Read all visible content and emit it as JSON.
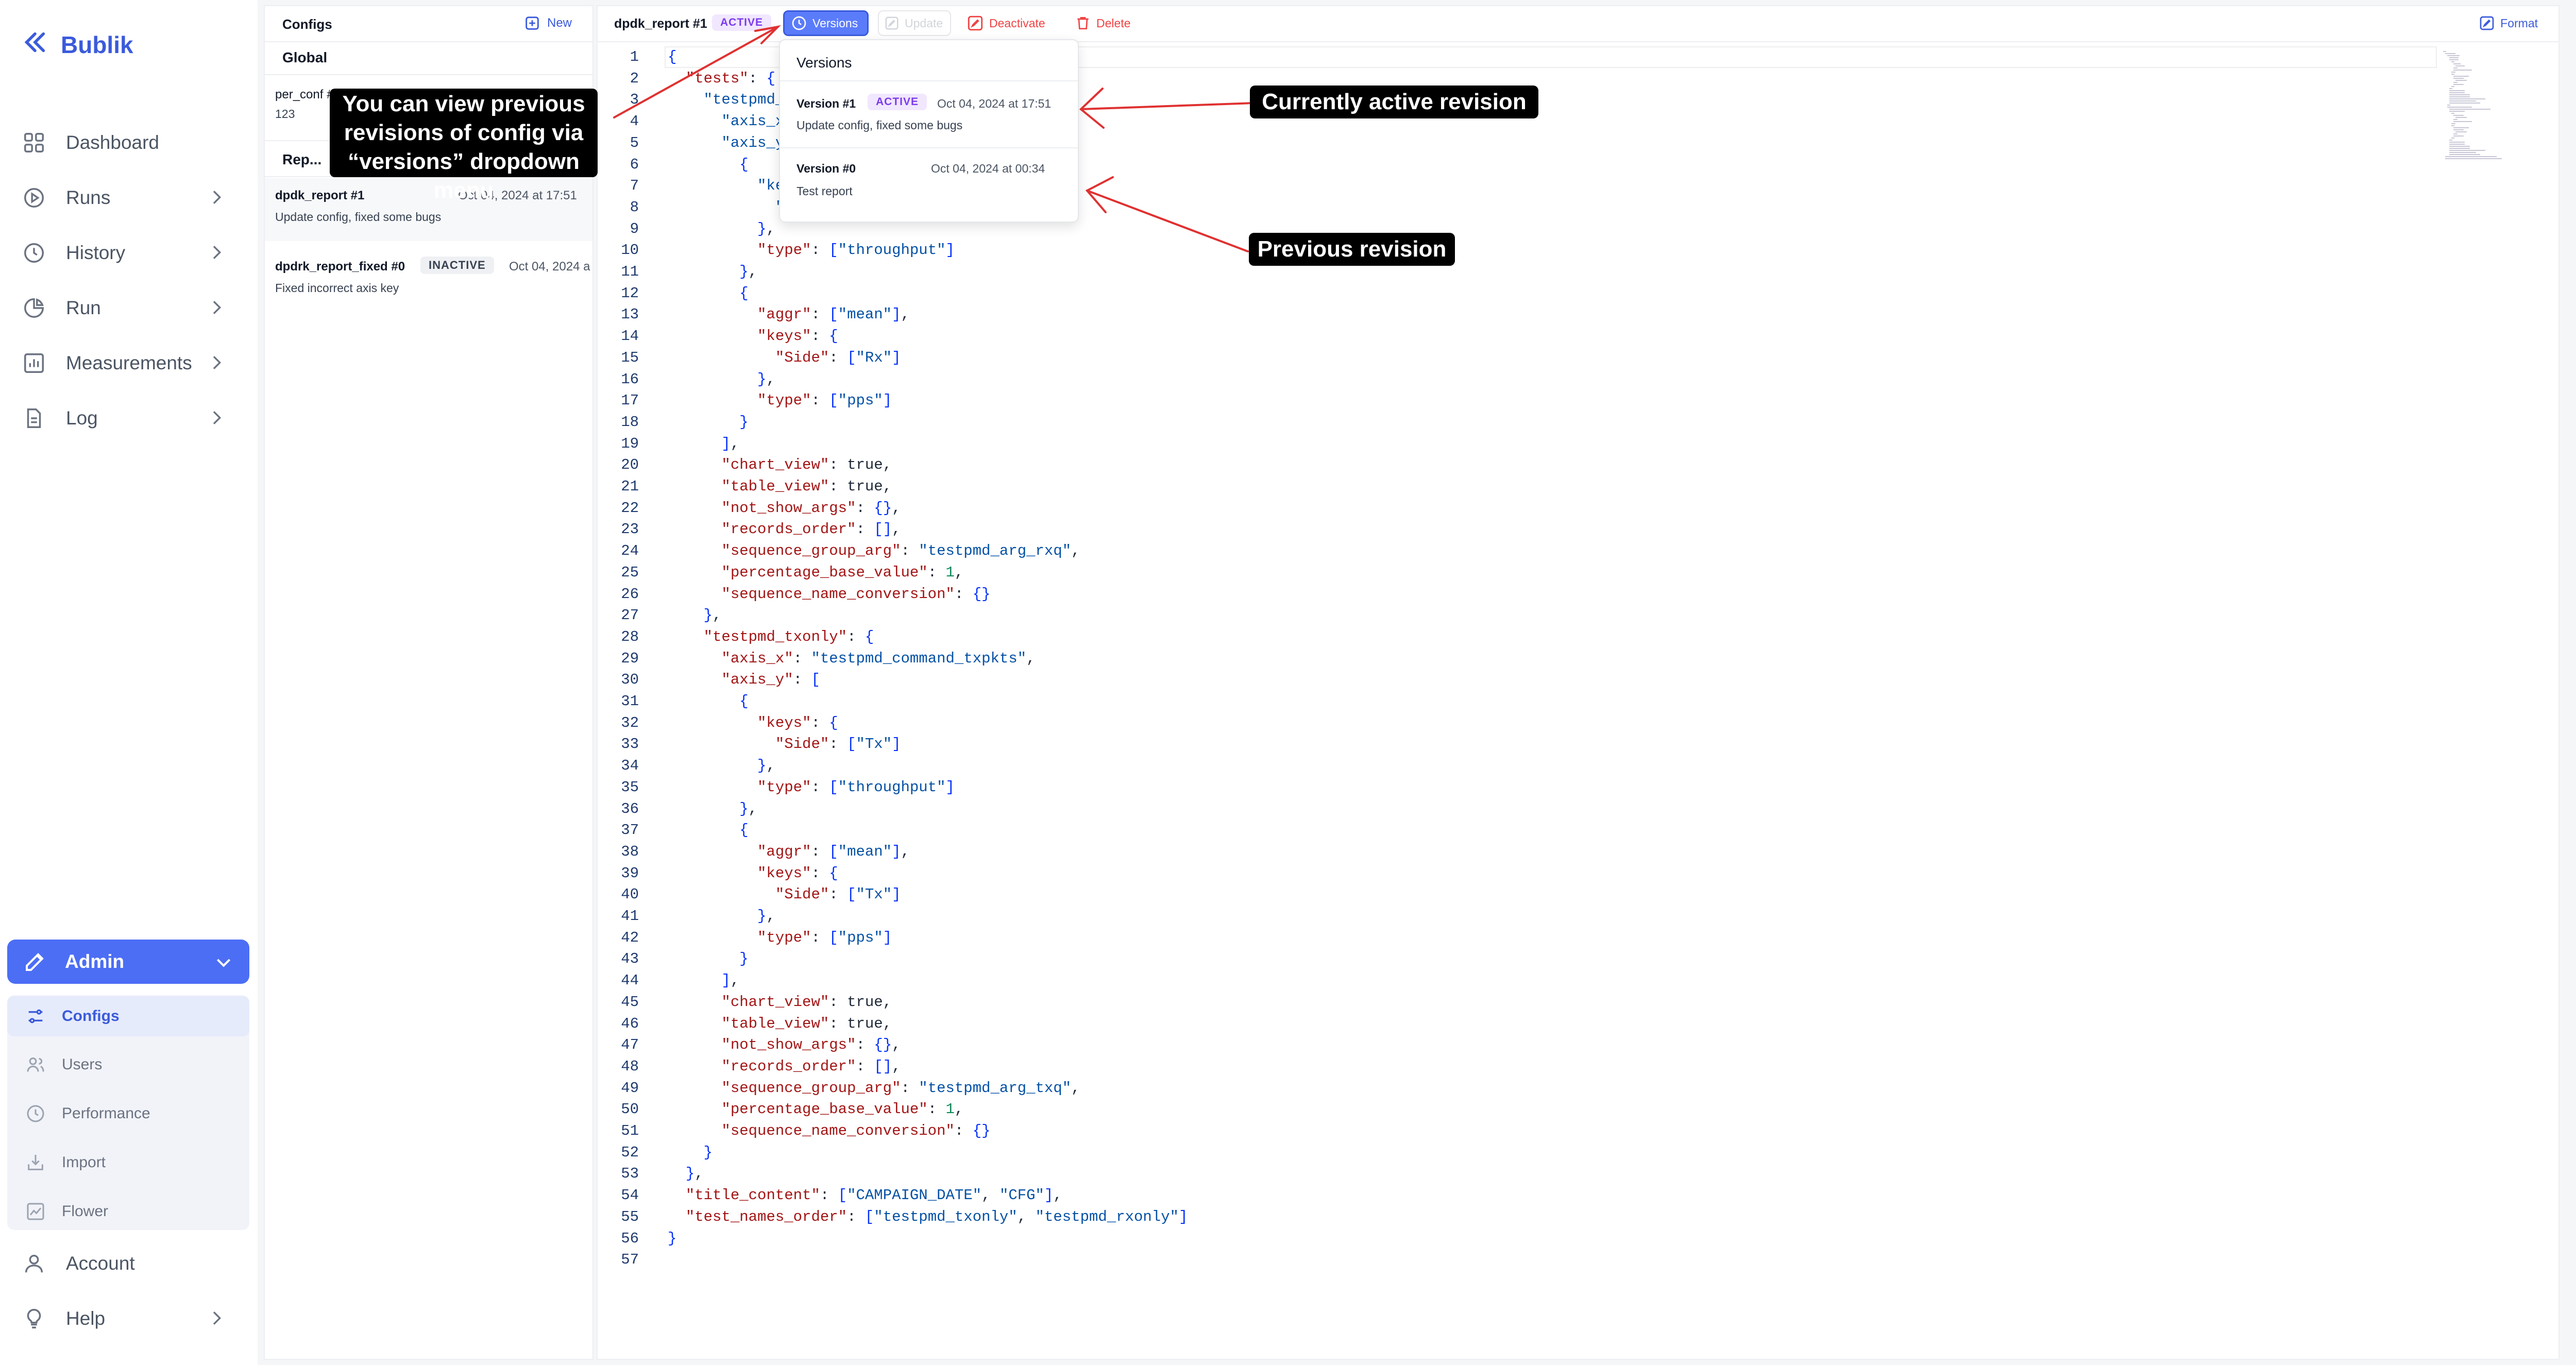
{
  "brand": "Bublik",
  "nav": [
    {
      "label": "Dashboard",
      "chevron": false
    },
    {
      "label": "Runs",
      "chevron": true
    },
    {
      "label": "History",
      "chevron": true
    },
    {
      "label": "Run",
      "chevron": true
    },
    {
      "label": "Measurements",
      "chevron": true
    },
    {
      "label": "Log",
      "chevron": true
    }
  ],
  "admin": {
    "label": "Admin"
  },
  "submenu": [
    "Configs",
    "Users",
    "Performance",
    "Import",
    "Flower"
  ],
  "bottom_nav": [
    {
      "label": "Account"
    },
    {
      "label": "Help"
    }
  ],
  "configs_panel": {
    "title": "Configs",
    "new_label": "New",
    "global_section": "Global",
    "global_item": {
      "title": "per_conf #...",
      "desc": "123"
    },
    "report_section": "Rep...",
    "items": [
      {
        "title": "dpdk_report #1",
        "date": "Oct 04, 2024 at 17:51",
        "desc": "Update config, fixed some bugs"
      },
      {
        "title": "dpdrk_report_fixed #0",
        "badge": "INACTIVE",
        "date": "Oct 04, 2024 a",
        "desc": "Fixed incorrect axis key"
      }
    ]
  },
  "toolbar": {
    "config_name": "dpdk_report #1",
    "status_badge": "ACTIVE",
    "versions": "Versions",
    "update": "Update",
    "deactivate": "Deactivate",
    "delete": "Delete",
    "format": "Format"
  },
  "dropdown": {
    "title": "Versions",
    "versions": [
      {
        "label": "Version #1",
        "badge": "ACTIVE",
        "date": "Oct 04, 2024 at 17:51",
        "desc": "Update config, fixed some bugs"
      },
      {
        "label": "Version #0",
        "date": "Oct 04, 2024 at 00:34",
        "desc": "Test report"
      }
    ]
  },
  "annotations": {
    "versions_callout": [
      "You can view previous",
      "revisions of config via",
      "“versions” dropdown menu"
    ],
    "active_callout": "Currently active revision",
    "previous_callout": "Previous revision"
  },
  "code_lines": [
    "{",
    "  \"tests\": {",
    "    \"testpmd_",
    "      \"axis_x\"",
    "      \"axis_y\"",
    "        {",
    "          \"ke",
    "            \"",
    "          },",
    "          \"type\": [\"throughput\"]",
    "        },",
    "        {",
    "          \"aggr\": [\"mean\"],",
    "          \"keys\": {",
    "            \"Side\": [\"Rx\"]",
    "          },",
    "          \"type\": [\"pps\"]",
    "        }",
    "      ],",
    "      \"chart_view\": true,",
    "      \"table_view\": true,",
    "      \"not_show_args\": {},",
    "      \"records_order\": [],",
    "      \"sequence_group_arg\": \"testpmd_arg_rxq\",",
    "      \"percentage_base_value\": 1,",
    "      \"sequence_name_conversion\": {}",
    "    },",
    "    \"testpmd_txonly\": {",
    "      \"axis_x\": \"testpmd_command_txpkts\",",
    "      \"axis_y\": [",
    "        {",
    "          \"keys\": {",
    "            \"Side\": [\"Tx\"]",
    "          },",
    "          \"type\": [\"throughput\"]",
    "        },",
    "        {",
    "          \"aggr\": [\"mean\"],",
    "          \"keys\": {",
    "            \"Side\": [\"Tx\"]",
    "          },",
    "          \"type\": [\"pps\"]",
    "        }",
    "      ],",
    "      \"chart_view\": true,",
    "      \"table_view\": true,",
    "      \"not_show_args\": {},",
    "      \"records_order\": [],",
    "      \"sequence_group_arg\": \"testpmd_arg_txq\",",
    "      \"percentage_base_value\": 1,",
    "      \"sequence_name_conversion\": {}",
    "    }",
    "  },",
    "  \"title_content\": [\"CAMPAIGN_DATE\", \"CFG\"],",
    "  \"test_names_order\": [\"testpmd_txonly\", \"testpmd_rxonly\"]",
    "}",
    ""
  ],
  "colors": {
    "accent": "#4c6ef5",
    "brand": "#3b5bdb",
    "danger": "#ef4444",
    "active_badge": "#7c3aed"
  }
}
